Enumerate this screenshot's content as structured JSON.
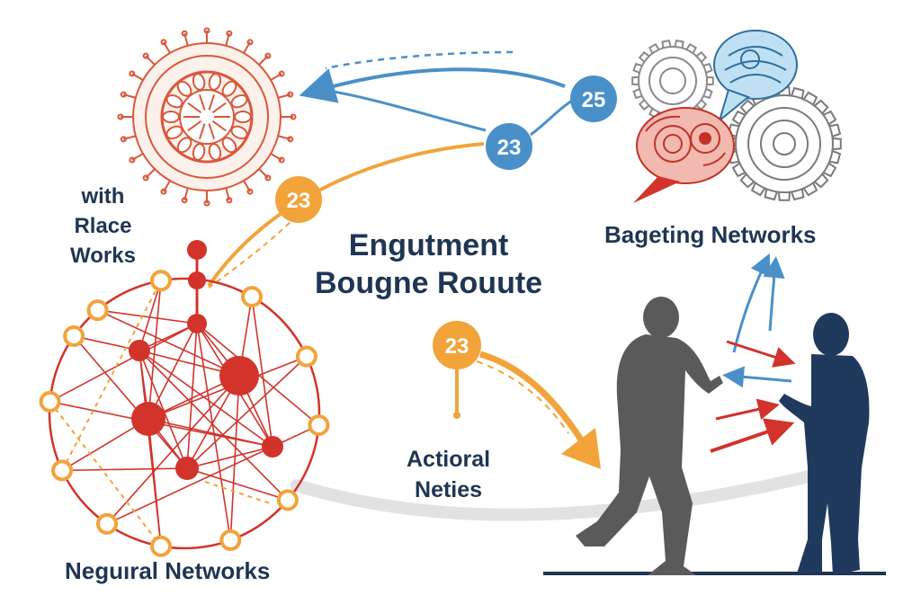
{
  "title": {
    "line1": "Engutment",
    "line2": "Bougne Rouute"
  },
  "labels": {
    "left_line1": "with",
    "left_line2": "Rlace",
    "left_line3": "Works",
    "right": "Bageting Networks",
    "bottom_left": "Neguıral Networks",
    "middle_line1": "Actioral",
    "middle_line2": "Neties"
  },
  "badges": {
    "top_right": "25",
    "top_middle": "23",
    "orange_left": "23",
    "orange_center": "23"
  },
  "colors": {
    "blue": "#4a90c8",
    "orange": "#f2a33a",
    "red": "#d2332b",
    "navy": "#1f3553",
    "gray_figure": "#5a5a5a",
    "navy_figure": "#1f3a5c"
  },
  "icons": [
    "virus-icon",
    "gear-icon",
    "speech-bubble-icon",
    "neural-network-icon",
    "person-icon"
  ]
}
